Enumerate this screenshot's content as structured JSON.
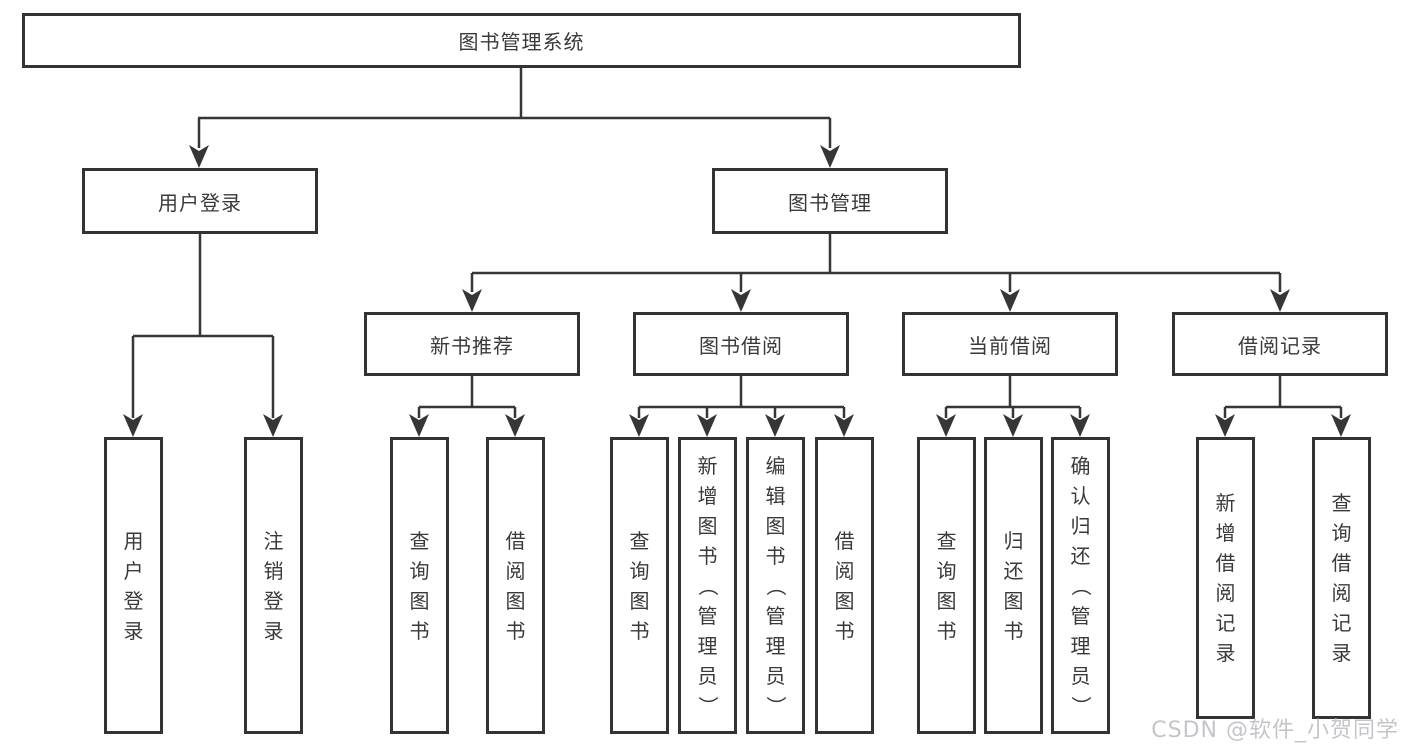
{
  "diagram_type": "hierarchy-tree",
  "tree": {
    "label": "图书管理系统",
    "children": [
      {
        "label": "用户登录",
        "children": [
          {
            "label": "用户登录"
          },
          {
            "label": "注销登录"
          }
        ]
      },
      {
        "label": "图书管理",
        "children": [
          {
            "label": "新书推荐",
            "children": [
              {
                "label": "查询图书"
              },
              {
                "label": "借阅图书"
              }
            ]
          },
          {
            "label": "图书借阅",
            "children": [
              {
                "label": "查询图书"
              },
              {
                "label": "新增图书（管理员）"
              },
              {
                "label": "编辑图书（管理员）"
              },
              {
                "label": "借阅图书"
              }
            ]
          },
          {
            "label": "当前借阅",
            "children": [
              {
                "label": "查询图书"
              },
              {
                "label": "归还图书"
              },
              {
                "label": "确认归还（管理员）"
              }
            ]
          },
          {
            "label": "借阅记录",
            "children": [
              {
                "label": "新增借阅记录"
              },
              {
                "label": "查询借阅记录"
              }
            ]
          }
        ]
      }
    ]
  },
  "watermark": "CSDN @软件_小贺同学",
  "colors": {
    "line": "#363636",
    "box_border": "#333333",
    "text": "#3a3a3a",
    "watermark": "#c3c5c9",
    "background": "#ffffff"
  }
}
